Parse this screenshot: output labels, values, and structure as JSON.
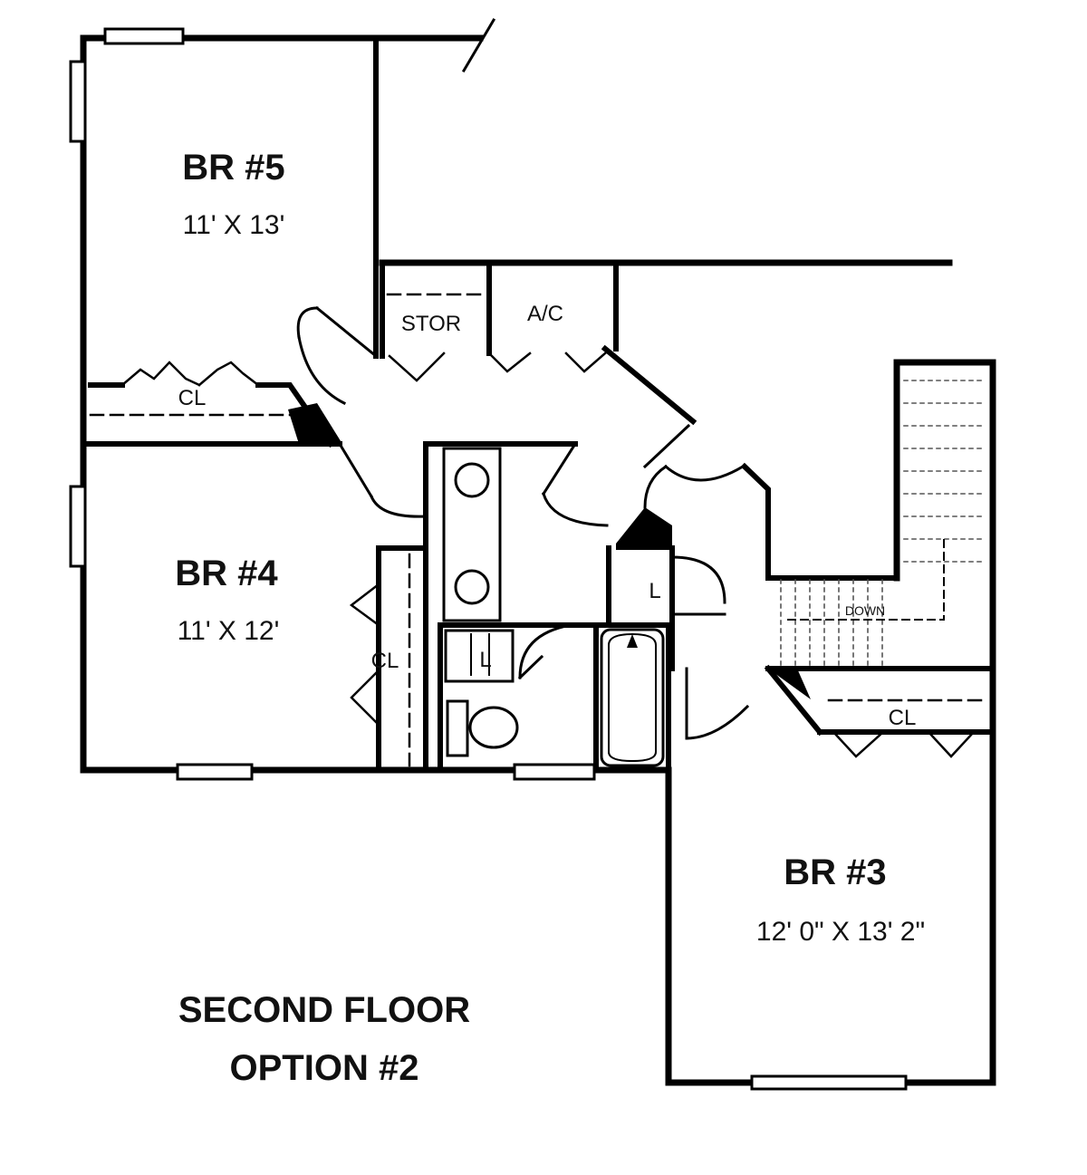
{
  "rooms": {
    "br5": {
      "name": "BR #5",
      "size": "11' X 13'"
    },
    "br4": {
      "name": "BR #4",
      "size": "11' X 12'"
    },
    "br3": {
      "name": "BR #3",
      "size": "12' 0\" X 13' 2\""
    }
  },
  "labels": {
    "stor": "STOR",
    "ac": "A/C",
    "closet_br5": "CL",
    "closet_br4": "CL",
    "closet_br3": "CL",
    "linen_bath": "L",
    "linen_hall": "L",
    "stairs_down": "DOWN"
  },
  "title": {
    "line1": "SECOND FLOOR",
    "line2": "OPTION #2"
  }
}
